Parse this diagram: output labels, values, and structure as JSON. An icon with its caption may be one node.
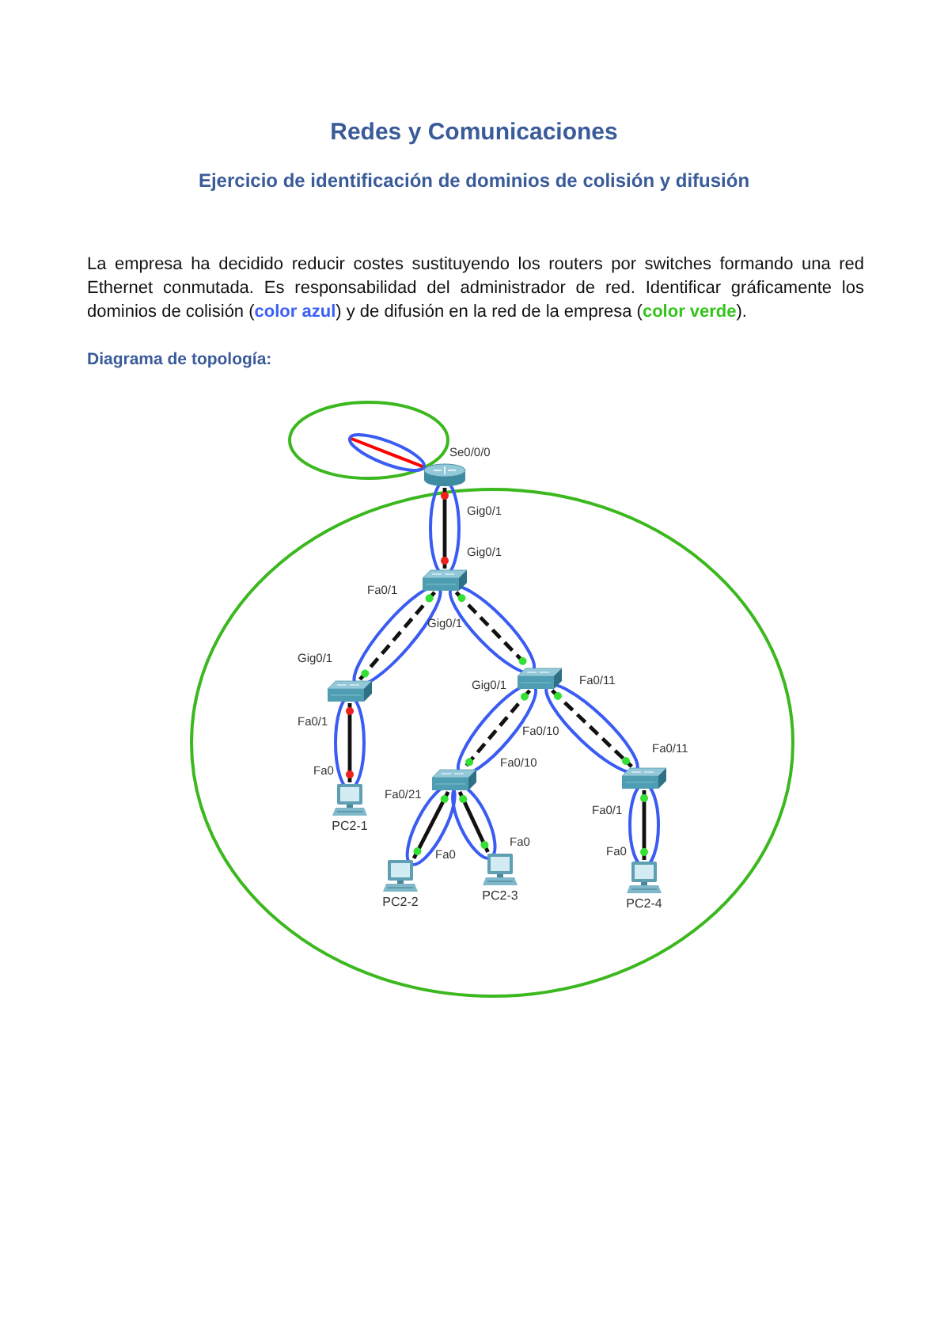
{
  "diagram": {
    "title": "Redes y Comunicaciones",
    "nodes": [
      {
        "text": [],
        "shape": "cylinder",
        "beside": [
          "Se0/0/0",
          "Gig0/1"
        ]
      },
      {
        "text": [],
        "shape": "box",
        "beside": [
          "Gig0/1",
          "Fa0/1",
          "Gig0/1"
        ]
      },
      {
        "text": [],
        "shape": "box",
        "beside": [
          "Gig0/1",
          "Fa0/1"
        ]
      },
      {
        "text": [],
        "shape": "box",
        "beside": [
          "Gig0/1",
          "Fa0/11",
          "Fa0/10"
        ]
      },
      {
        "text": [
          "PC2-1"
        ],
        "beside": [
          "Fa0"
        ]
      },
      {
        "text": [],
        "shape": "box",
        "beside": [
          "Fa0/10",
          "Fa0/21"
        ]
      },
      {
        "text": [],
        "shape": "box",
        "beside": [
          "Fa0/11",
          "Fa0/1"
        ]
      },
      {
        "text": [
          "PC2-2"
        ],
        "beside": [
          "Fa0"
        ]
      },
      {
        "text": [
          "PC2-3"
        ],
        "beside": [
          "Fa0"
        ]
      },
      {
        "text": [
          "PC2-4"
        ],
        "beside": [
          "Fa0"
        ]
      }
    ],
    "edges": [
      {
        "from": null,
        "to": 0,
        "arrow": "none",
        "color": "#ff0000"
      },
      {
        "from": 0,
        "to": 1,
        "arrow": "other"
      },
      {
        "from": 1,
        "to": 2,
        "arrow": "other",
        "style": "dashed"
      },
      {
        "from": 1,
        "to": 3,
        "arrow": "other",
        "style": "dashed"
      },
      {
        "from": 2,
        "to": 4,
        "arrow": "other"
      },
      {
        "from": 3,
        "to": 5,
        "arrow": "other",
        "style": "dashed"
      },
      {
        "from": 3,
        "to": 6,
        "arrow": "other",
        "style": "dashed"
      },
      {
        "from": 5,
        "to": 7,
        "arrow": "other"
      },
      {
        "from": 5,
        "to": 8,
        "arrow": "other"
      },
      {
        "from": 6,
        "to": 9,
        "arrow": "other"
      }
    ],
    "labels": [
      "Ejercicio de identificación de dominios de colisión y difusión",
      "La empresa ha decidido reducir costes sustituyendo los routers por switches formando una red Ethernet conmutada. Es responsabilidad del administrador de red. Identificar gráficamente los dominios de colisión (**color azul**) y de difusión en la red de la empresa (**color verde**).",
      "Diagrama de topología:"
    ]
  }
}
